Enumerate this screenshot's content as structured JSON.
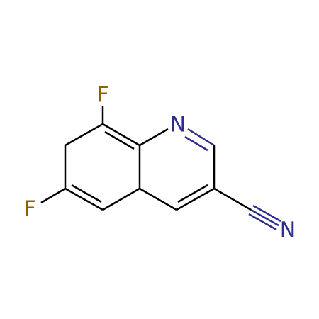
{
  "molecule": {
    "atoms": {
      "fluorine_top": {
        "label": "F"
      },
      "fluorine_left": {
        "label": "F"
      },
      "nitrogen_ring": {
        "label": "N"
      },
      "nitrogen_nitrile": {
        "label": "N"
      }
    }
  },
  "colors": {
    "bond": "#000000",
    "fluorine": "#8a6100",
    "nitrogen": "#2d2d8f"
  }
}
